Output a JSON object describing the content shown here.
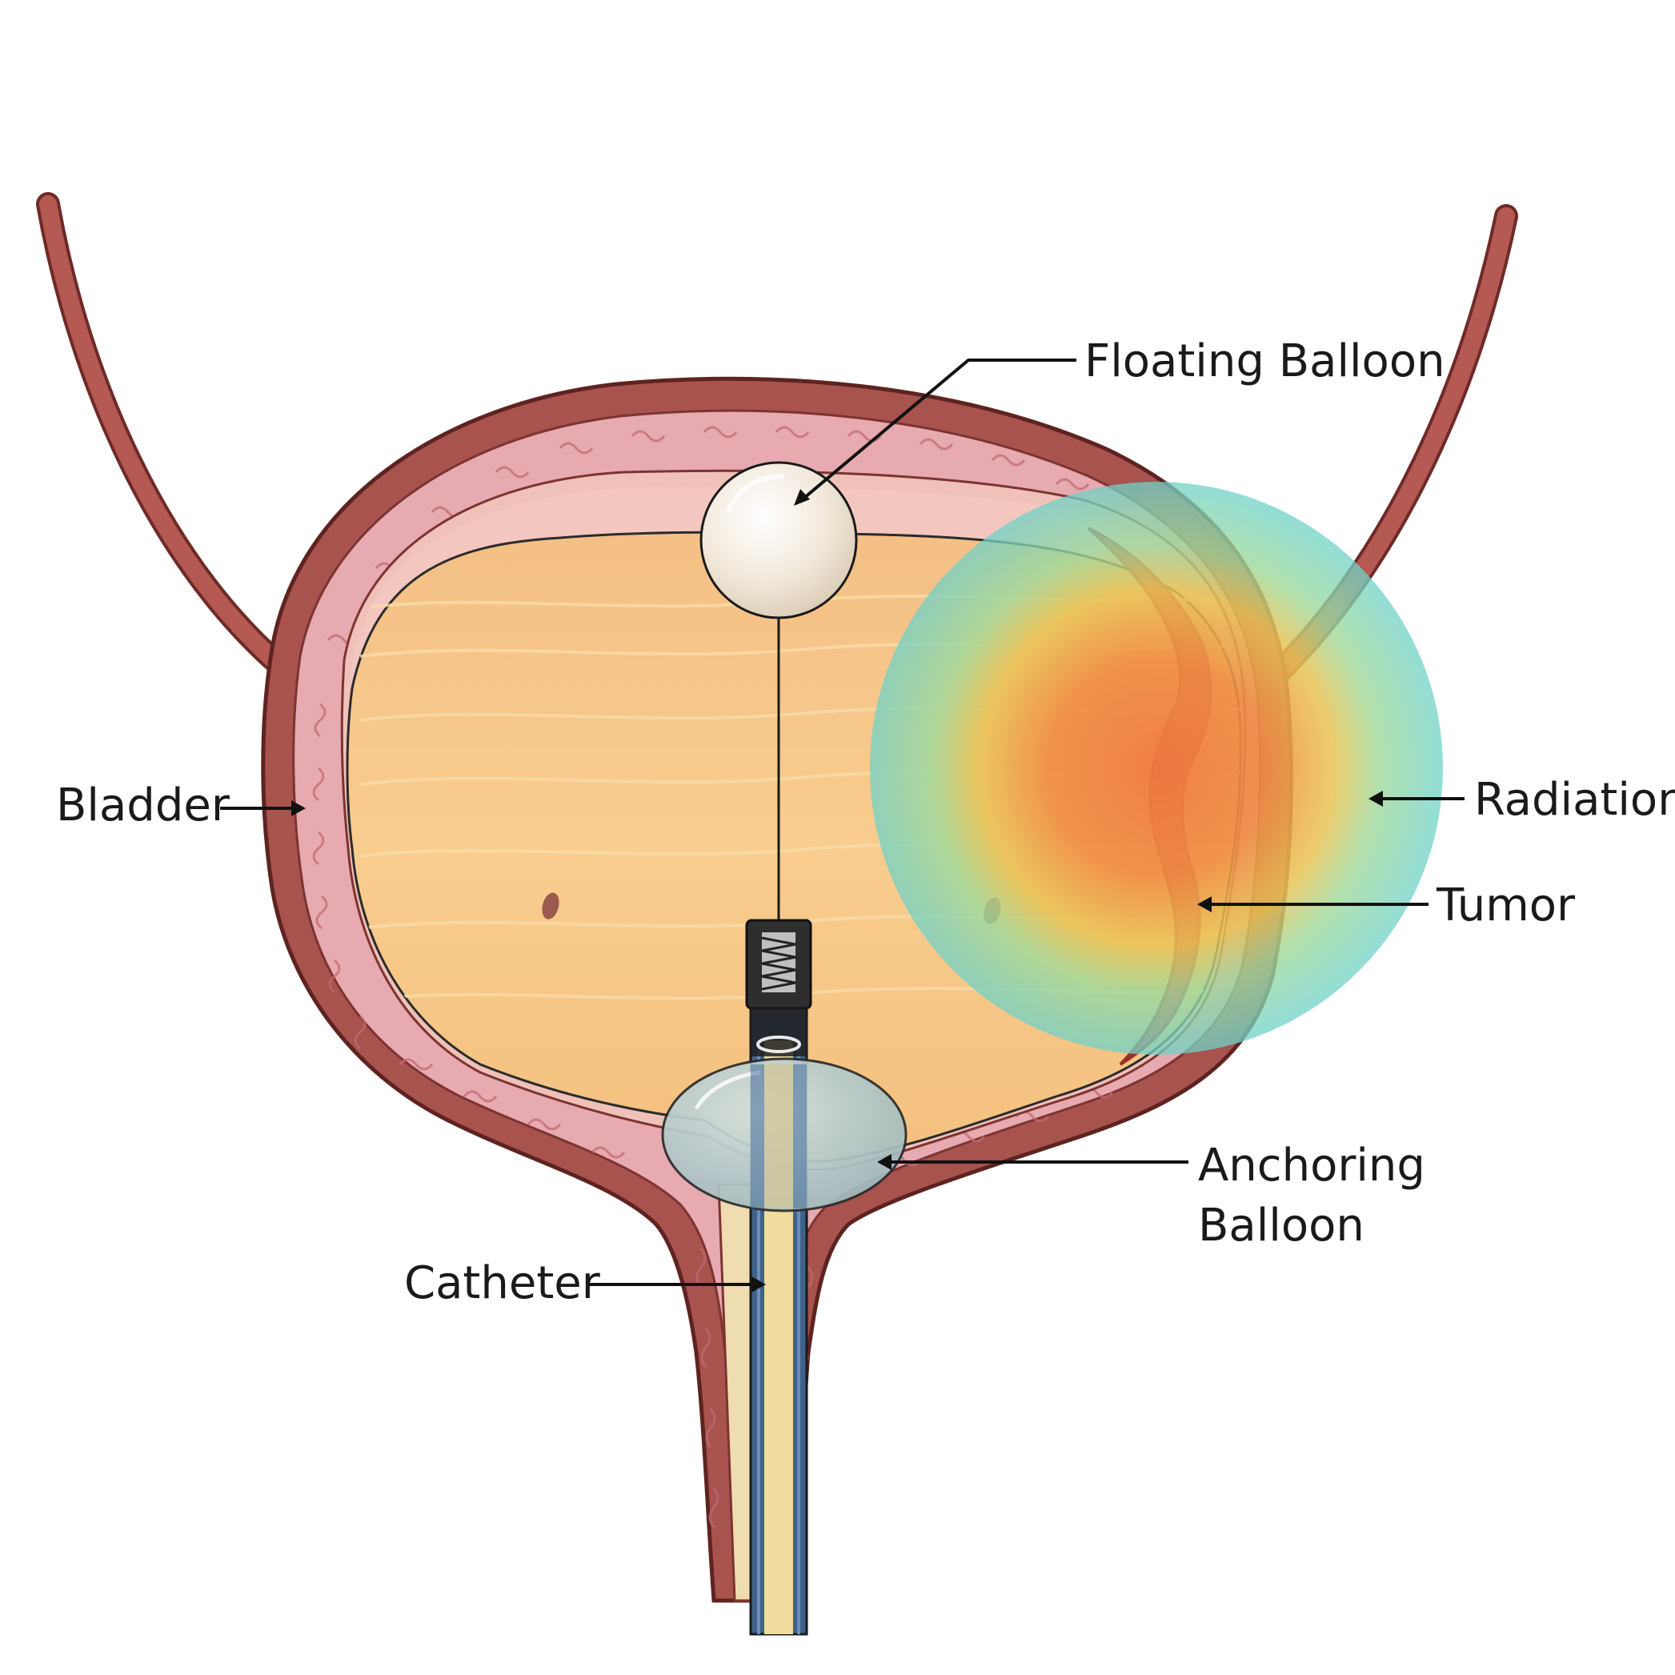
{
  "labels": {
    "floating_balloon": "Floating Balloon",
    "bladder": "Bladder",
    "radiation": "Radiation",
    "tumor": "Tumor",
    "anchoring_line1": "Anchoring",
    "anchoring_line2": "Balloon",
    "catheter": "Catheter"
  },
  "colors": {
    "wall_outer": "#a8534e",
    "wall_stroke": "#6e2a27",
    "mucosa": "#e4aab0",
    "urine": "#f7c98b",
    "tumor": "#c9473d",
    "catheter_blue": "#4a6f9a",
    "catheter_core": "#efdc9e",
    "anchoring_balloon": "#b9cfcf",
    "floating_balloon": "#f3ebdf",
    "radiation_center": "#f08a45",
    "radiation_mid": "#e8d55a",
    "radiation_edge": "#6fd2c8"
  }
}
